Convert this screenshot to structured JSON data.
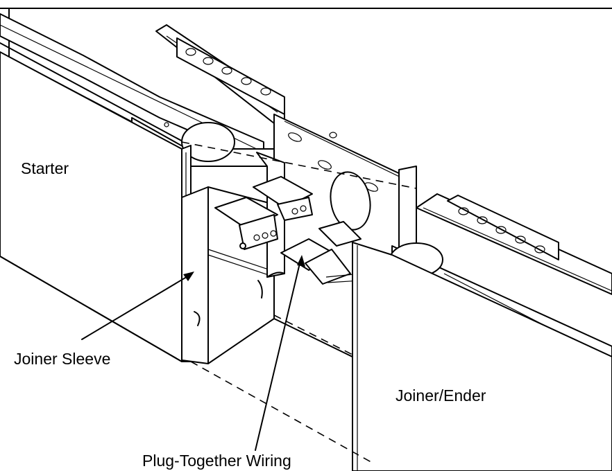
{
  "labels": {
    "starter": "Starter",
    "joiner_sleeve": "Joiner Sleeve",
    "joiner_ender": "Joiner/Ender",
    "plug_wiring": "Plug-Together Wiring"
  }
}
